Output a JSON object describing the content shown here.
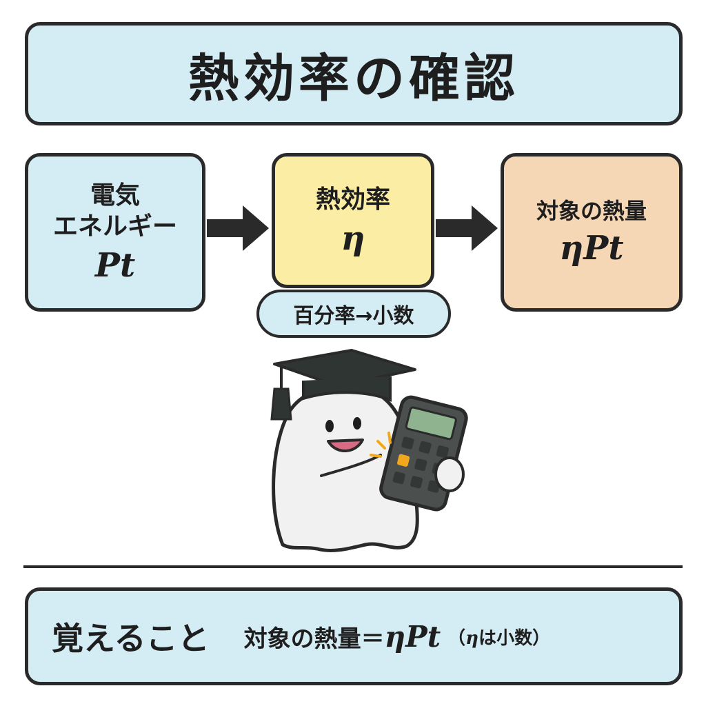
{
  "title": "熱効率の確認",
  "flow": {
    "left": {
      "label_line1": "電気",
      "label_line2": "エネルギー",
      "symbol": "Pt"
    },
    "middle": {
      "label": "熱効率",
      "symbol": "η",
      "note": "百分率→小数"
    },
    "right": {
      "label": "対象の熱量",
      "symbol": "ηPt"
    }
  },
  "summary": {
    "heading": "覚えること",
    "formula_text": "対象の熱量＝",
    "formula_symbol": "ηPt",
    "note_open": "（",
    "note_symbol": "η",
    "note_text": "は小数）"
  },
  "colors": {
    "blue_box": "#d4ecf3",
    "yellow_box": "#fbeea4",
    "orange_box": "#f6d7b5",
    "outline": "#2a2a2a"
  },
  "icons": {
    "arrow": "right-arrow-icon",
    "mascot": "ghost-with-graduation-cap-and-calculator"
  }
}
